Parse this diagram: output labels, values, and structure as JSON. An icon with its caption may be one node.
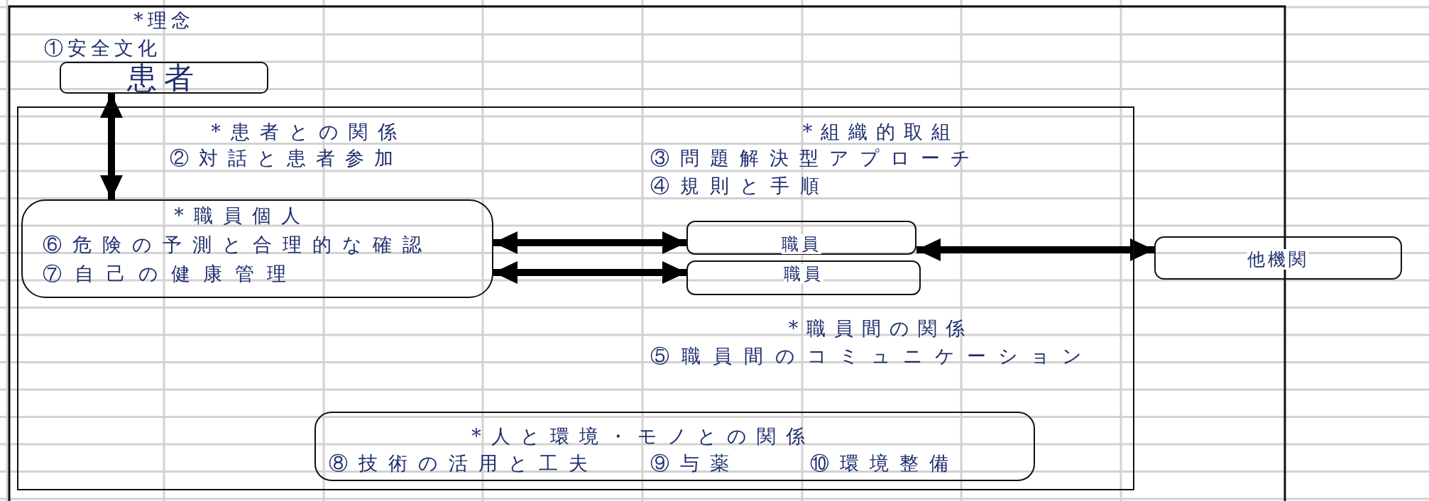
{
  "diagram": {
    "nodes": [
      {
        "text": [
          "患者"
        ]
      },
      {
        "text": [
          "*患者との関係",
          "②対話と患者参加",
          "*組織的取組",
          "③問題解決型アプローチ",
          "④規則と手順",
          "*職員間の関係",
          "⑤職員間のコミュニケーション"
        ]
      },
      {
        "text": [
          "*職員個人",
          "⑥危険の予測と合理的な確認",
          "⑦自己の健康管理"
        ],
        "in": 1
      },
      {
        "text": [
          "職員"
        ],
        "in": 1
      },
      {
        "text": [
          "職員"
        ],
        "in": 1
      },
      {
        "text": [
          "他機関"
        ]
      },
      {
        "text": [
          "*人と環境・モノとの関係",
          "⑧技術の活用と工夫",
          "⑨与薬",
          "⑩環境整備"
        ],
        "in": 1
      }
    ],
    "edges": [
      {
        "from": 0,
        "to": 2,
        "arrow": "both"
      },
      {
        "from": 2,
        "to": 3,
        "arrow": "both"
      },
      {
        "from": 2,
        "to": 4,
        "arrow": "both"
      },
      {
        "from": 3,
        "to": 5,
        "arrow": "both"
      }
    ],
    "labels": [
      "*理念",
      "①安全文化"
    ]
  }
}
